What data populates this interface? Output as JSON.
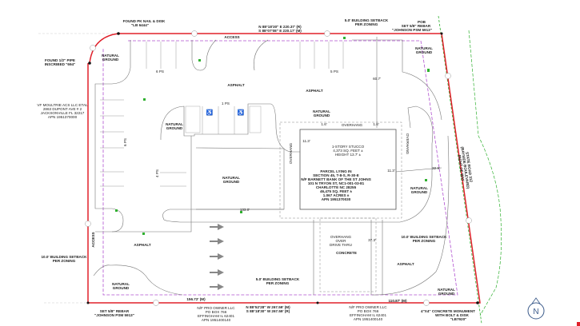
{
  "boundary_color": "#e0202a",
  "setback_color": "#b050d0",
  "easement_color": "#30b030",
  "labels": {
    "nail_disk": [
      "FOUND PK NAIL & DISK",
      "\"LB 6444\""
    ],
    "pipe": [
      "FOUND 1/2\" PIPE",
      "INSCRIBED \"694\""
    ],
    "pob": [
      "POB",
      "SET 5/8\" REBAR",
      "\"JOHNSON PSM 5913\""
    ],
    "sw_rebar": [
      "SET 5/8\" REBAR",
      "\"JOHNSON PSM 5913\""
    ],
    "monument": [
      "4\"X4\" CONCRETE MONUMENT",
      "WITH BOLT & DISK",
      "\"LB7920\""
    ],
    "north_bearing": [
      "N 88°18'30\" E  220.37' (R)",
      "S 88°07'08\" E  220.17' (M)"
    ],
    "south_bearing": [
      "N 88°52'28\" W  267.59' (M)",
      "S 88°18'30\" W  267.59' (R)"
    ],
    "south_dist_left": "156.72' (M)",
    "south_dist_right": "110.87' (M)",
    "setback_top": [
      "5.0' BUILDING SETBACK",
      "PER ZONING"
    ],
    "setback_left": [
      "10.0' BUILDING SETBACK",
      "PER ZONING"
    ],
    "setback_bottom": [
      "5.0' BUILDING SETBACK",
      "PER ZONING"
    ],
    "setback_right": [
      "10.0' BUILDING SETBACK",
      "PER ZONING"
    ],
    "west_owner": [
      "VF MOULTRIE ACS LLC ETAL",
      "2863 DUPONT AVE # 2",
      "JACKSONVILLE FL 32217",
      "APN 1951370000"
    ],
    "south_owner_left": [
      "N/F PRO OWNER LLC",
      "PO BOX 766",
      "EFFINGHAM IL 62401",
      "APN 1951400140"
    ],
    "south_owner_right": [
      "N/F PRO OWNER LLC",
      "PO BOX 766",
      "EFFINGHAM IL 62401",
      "APN 1951400140"
    ],
    "east_road": [
      "STATE ROAD 312",
      "(BAYSIDE BOULEVARD)",
      "RIGHT OF WAY"
    ],
    "access": "ACCESS",
    "asphalt": "ASPHALT",
    "natural_ground": [
      "NATURAL",
      "GROUND"
    ],
    "concrete": "CONCRETE",
    "overhang": "OVERHANG",
    "overhang_drive": [
      "OVERHANG",
      "OVER",
      "DRIVE THRU"
    ],
    "building": [
      "1-STORY STUCCO",
      "4,373 SQ. FEET ±",
      "HEIGHT 13.7' ±"
    ],
    "parcel": [
      "PARCEL LYING IN",
      "SECTION 45, T-8-S, R-30-E",
      "N/F BARNETT BANK OF THE ST JOHNS",
      "101 N TRYON ST, NC1-001-03-81",
      "CHARLOTTE NC 28255",
      "46,475 SQ. FEET ±",
      "1.067 ACRES ±",
      "APN 1951370030"
    ],
    "dims": {
      "d1": "60.7'",
      "d2": "133.0'",
      "d3": "32.9'",
      "d4": "37.3'",
      "d5": "1.6'",
      "d6": "1.6'",
      "d7": "11.3'",
      "d8": "11.3'"
    },
    "spaces": {
      "top_left": "6 PS",
      "top_right": "5 PS",
      "middle": "1 PS",
      "left": "6 PS",
      "left2": "4 PS"
    },
    "north": "N"
  }
}
